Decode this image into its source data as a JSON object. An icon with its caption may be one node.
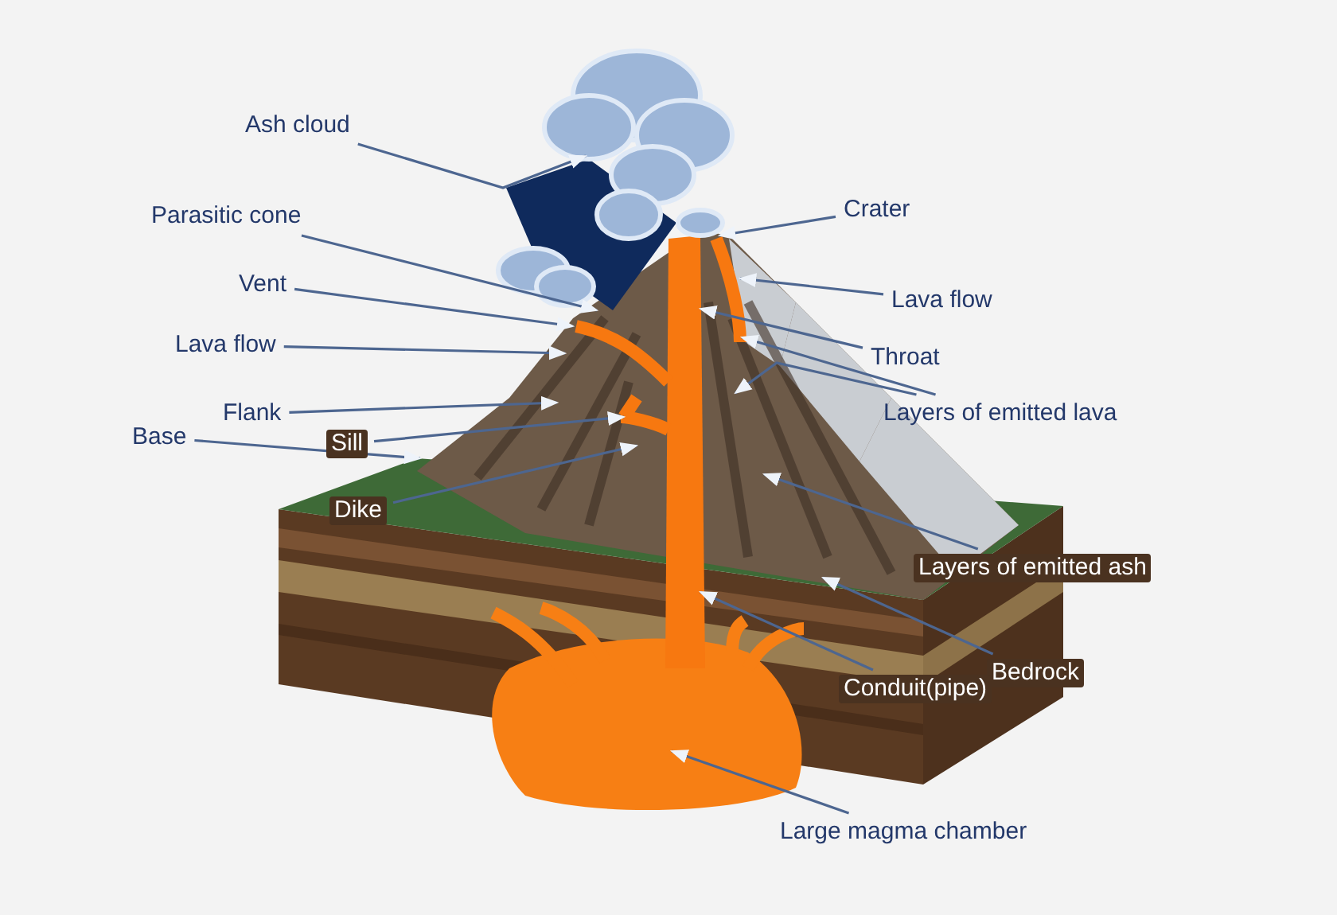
{
  "diagram": {
    "nodes": [
      {
        "text": [
          "Ash cloud"
        ]
      },
      {
        "text": [
          "Parasitic cone"
        ]
      },
      {
        "text": [
          "Vent"
        ]
      },
      {
        "text": [
          "Lava flow"
        ]
      },
      {
        "text": [
          "Flank"
        ]
      },
      {
        "text": [
          "Base"
        ]
      },
      {
        "text": [
          "Sill"
        ]
      },
      {
        "text": [
          "Dike"
        ]
      },
      {
        "text": [
          "Crater"
        ]
      },
      {
        "text": [
          "Lava flow"
        ]
      },
      {
        "text": [
          "Throat"
        ]
      },
      {
        "text": [
          "Layers of emitted lava"
        ]
      },
      {
        "text": [
          "Layers of emitted ash"
        ]
      },
      {
        "text": [
          "Bedrock"
        ]
      },
      {
        "text": [
          "Conduit(pipe)"
        ]
      },
      {
        "text": [
          "Large magma chamber"
        ]
      }
    ],
    "edges": [
      {
        "from": 0,
        "to": null,
        "arrow": "to"
      },
      {
        "from": 1,
        "to": null,
        "arrow": "to"
      },
      {
        "from": 2,
        "to": null,
        "arrow": "to"
      },
      {
        "from": 3,
        "to": null,
        "arrow": "to"
      },
      {
        "from": 4,
        "to": null,
        "arrow": "to"
      },
      {
        "from": 5,
        "to": null,
        "arrow": "to"
      },
      {
        "from": 6,
        "to": null,
        "arrow": "to"
      },
      {
        "from": 7,
        "to": null,
        "arrow": "to"
      },
      {
        "from": 8,
        "to": null,
        "arrow": "to"
      },
      {
        "from": 9,
        "to": null,
        "arrow": "to"
      },
      {
        "from": 10,
        "to": null,
        "arrow": "to"
      },
      {
        "from": 11,
        "to": null,
        "arrow": "to"
      },
      {
        "from": 11,
        "to": null,
        "arrow": "to"
      },
      {
        "from": 12,
        "to": null,
        "arrow": "to"
      },
      {
        "from": 13,
        "to": null,
        "arrow": "to"
      },
      {
        "from": 14,
        "to": null,
        "arrow": "to"
      },
      {
        "from": 15,
        "to": null,
        "arrow": "to"
      }
    ]
  }
}
